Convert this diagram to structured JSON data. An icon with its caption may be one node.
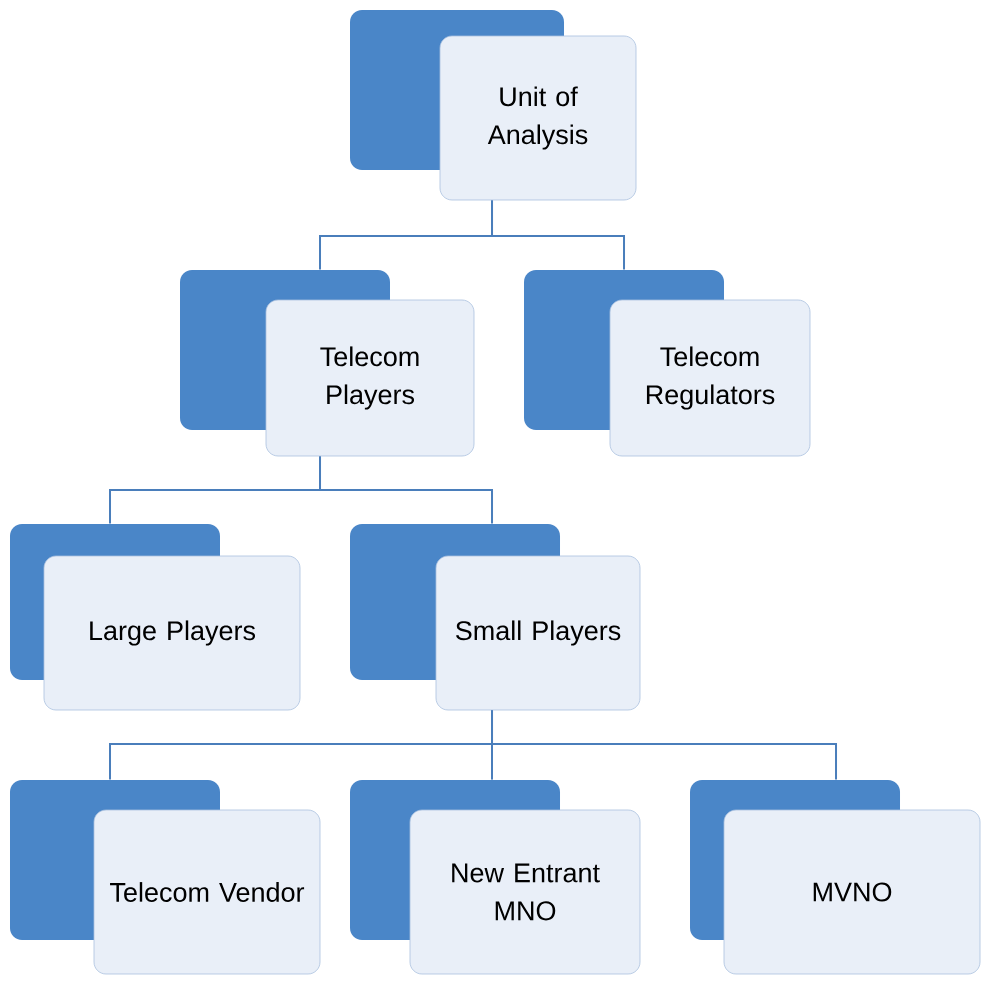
{
  "diagram": {
    "nodes": [
      {
        "text": [
          "Unit of Analysis"
        ]
      },
      {
        "text": [
          "Telecom Players"
        ]
      },
      {
        "text": [
          "Telecom Regulators"
        ]
      },
      {
        "text": [
          "Large Players"
        ]
      },
      {
        "text": [
          "Small Players"
        ]
      },
      {
        "text": [
          "Telecom Vendor"
        ]
      },
      {
        "text": [
          "New Entrant MNO"
        ]
      },
      {
        "text": [
          "MVNO"
        ]
      }
    ],
    "edges": [
      {
        "from": 0,
        "to": 1,
        "arrow": "none"
      },
      {
        "from": 0,
        "to": 2,
        "arrow": "none"
      },
      {
        "from": 1,
        "to": 3,
        "arrow": "none"
      },
      {
        "from": 1,
        "to": 4,
        "arrow": "none"
      },
      {
        "from": 4,
        "to": 5,
        "arrow": "none"
      },
      {
        "from": 4,
        "to": 6,
        "arrow": "none"
      },
      {
        "from": 4,
        "to": 7,
        "arrow": "none"
      }
    ]
  }
}
